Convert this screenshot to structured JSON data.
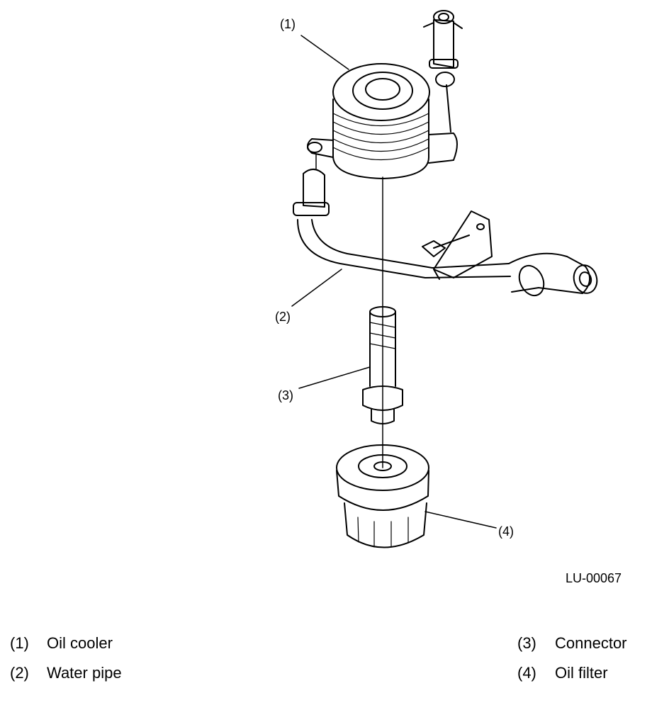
{
  "figure": {
    "id": "LU-00067",
    "callouts": [
      "(1)",
      "(2)",
      "(3)",
      "(4)"
    ]
  },
  "legend": [
    {
      "num": "(1)",
      "text": "Oil cooler"
    },
    {
      "num": "(2)",
      "text": "Water pipe"
    },
    {
      "num": "(3)",
      "text": "Connector"
    },
    {
      "num": "(4)",
      "text": "Oil filter"
    }
  ]
}
